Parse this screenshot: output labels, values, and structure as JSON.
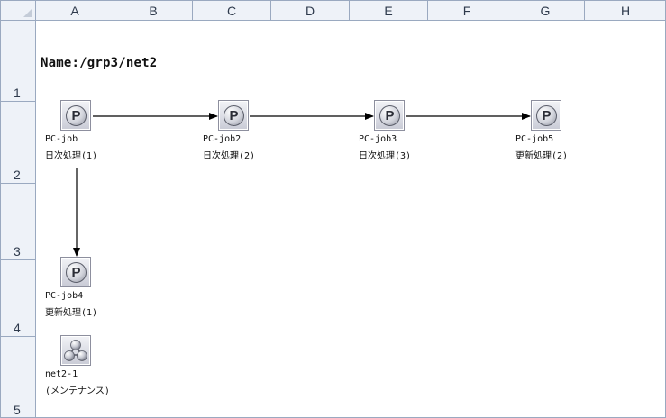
{
  "sheet": {
    "columns": [
      "A",
      "B",
      "C",
      "D",
      "E",
      "F",
      "G",
      "H"
    ],
    "rows": [
      "1",
      "2",
      "3",
      "4",
      "5"
    ]
  },
  "net_title": "Name:/grp3/net2",
  "jobs": [
    {
      "glyph": "P",
      "icon": "pc-job-icon",
      "name": "PC-job",
      "desc": "日次処理(1)"
    },
    {
      "glyph": "P",
      "icon": "pc-job-icon",
      "name": "PC-job2",
      "desc": "日次処理(2)"
    },
    {
      "glyph": "P",
      "icon": "pc-job-icon",
      "name": "PC-job3",
      "desc": "日次処理(3)"
    },
    {
      "glyph": "P",
      "icon": "pc-job-icon",
      "name": "PC-job5",
      "desc": "更新処理(2)"
    },
    {
      "glyph": "P",
      "icon": "pc-job-icon",
      "name": "PC-job4",
      "desc": "更新処理(1)"
    }
  ],
  "subnet": {
    "icon": "jobnet-icon",
    "name": "net2-1",
    "desc": "(メンテナンス)"
  },
  "colors": {
    "header_bg": "#eef2f8",
    "grid_line": "#9aa9c0",
    "arrow": "#000000"
  }
}
